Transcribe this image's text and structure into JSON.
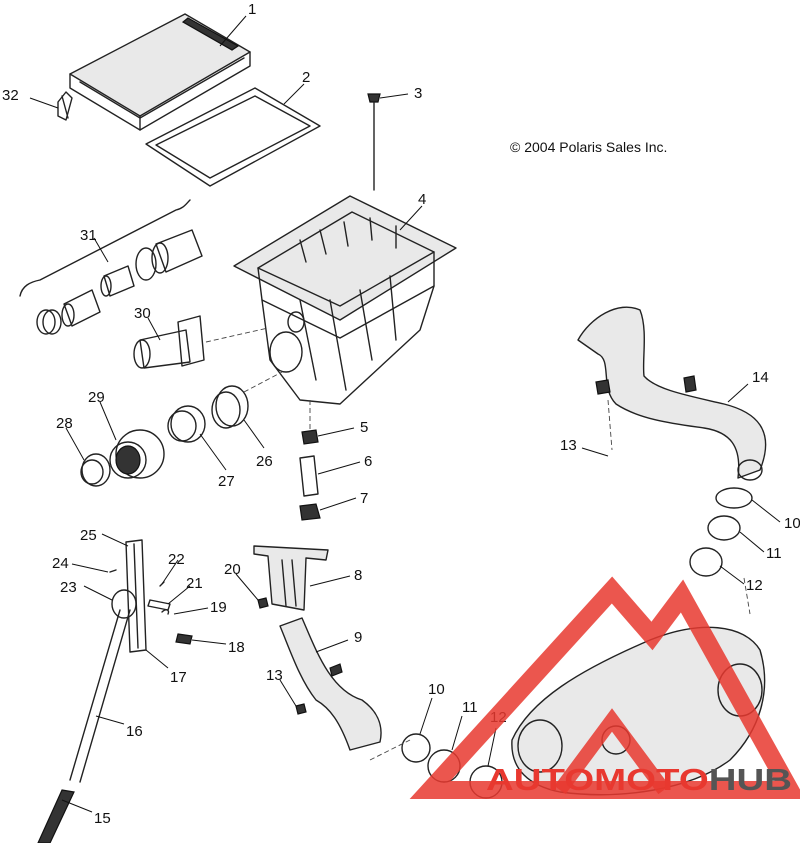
{
  "copyright": "© 2004 Polaris Sales Inc.",
  "callouts": [
    "1",
    "2",
    "3",
    "4",
    "5",
    "6",
    "7",
    "8",
    "9",
    "10",
    "10",
    "11",
    "11",
    "12",
    "12",
    "13",
    "13",
    "14",
    "15",
    "16",
    "17",
    "18",
    "19",
    "20",
    "21",
    "22",
    "23",
    "24",
    "25",
    "26",
    "27",
    "28",
    "29",
    "30",
    "31",
    "32"
  ],
  "watermark": {
    "left": "AUTO",
    "middle": "MOTO",
    "right": "HUB",
    "colors": {
      "accent": "#e8382f",
      "dark": "#555555"
    }
  }
}
